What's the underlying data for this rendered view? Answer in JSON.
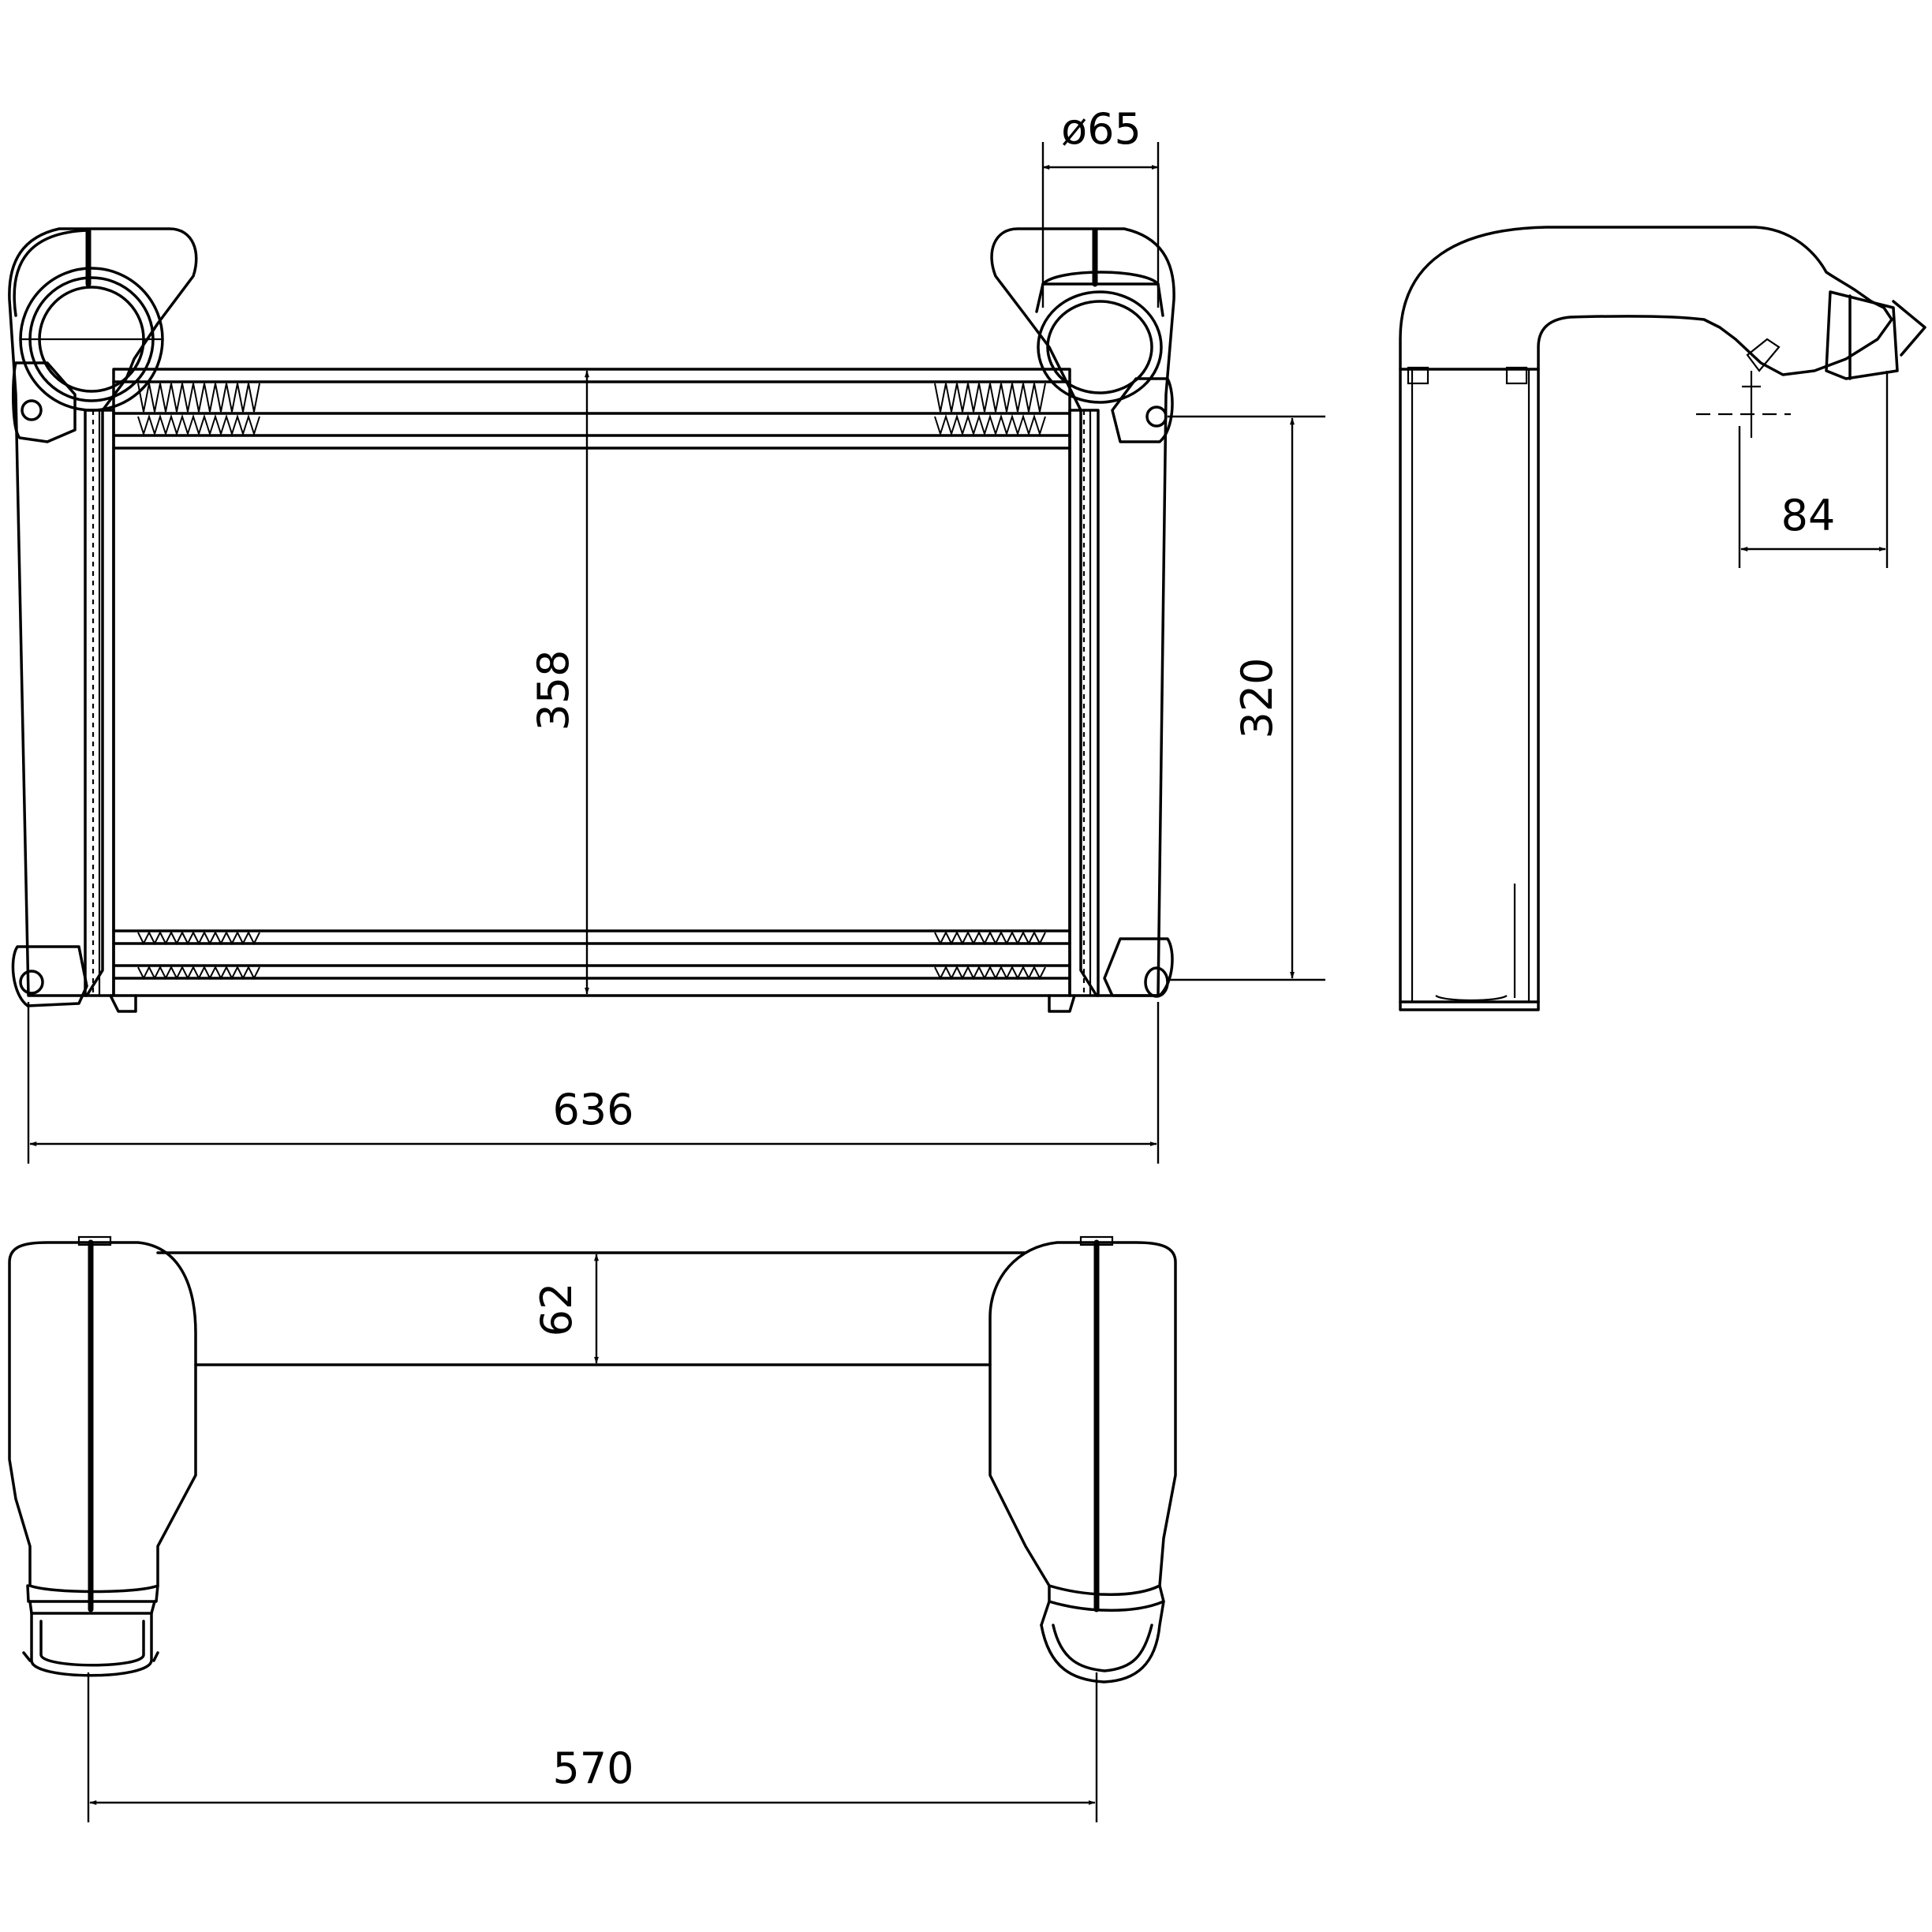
{
  "dimensions": {
    "pipe_diameter": "ø65",
    "core_height": "358",
    "mount_spacing_vertical": "320",
    "width_overall": "636",
    "core_depth": "62",
    "outlet_spacing": "570",
    "side_offset": "84"
  },
  "colors": {
    "line": "#000000",
    "background": "#ffffff"
  }
}
